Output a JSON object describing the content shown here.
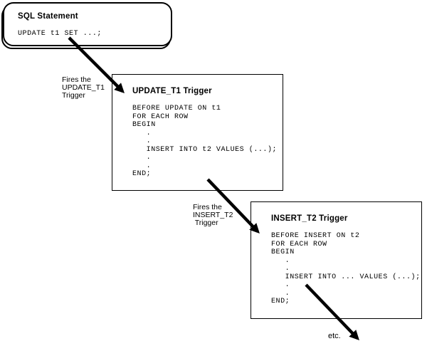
{
  "diagram": {
    "sql_box": {
      "title": "SQL Statement",
      "code": "UPDATE t1 SET ...;"
    },
    "arrow1_label": "Fires the\nUPDATE_T1\nTrigger",
    "update_t1_box": {
      "title": "UPDATE_T1 Trigger",
      "code": "BEFORE UPDATE ON t1\nFOR EACH ROW\nBEGIN\n   .\n   .\n   INSERT INTO t2 VALUES (...);\n   .\n   .\nEND;"
    },
    "arrow2_label": "Fires the\nINSERT_T2\n Trigger",
    "insert_t2_box": {
      "title": "INSERT_T2 Trigger",
      "code": "BEFORE INSERT ON t2\nFOR EACH ROW\nBEGIN\n   .\n   .\n   INSERT INTO ... VALUES (...);\n   .\n   .\nEND;"
    },
    "etc_label": "etc.",
    "colors": {
      "ink": "#000000",
      "background": "#ffffff"
    }
  }
}
